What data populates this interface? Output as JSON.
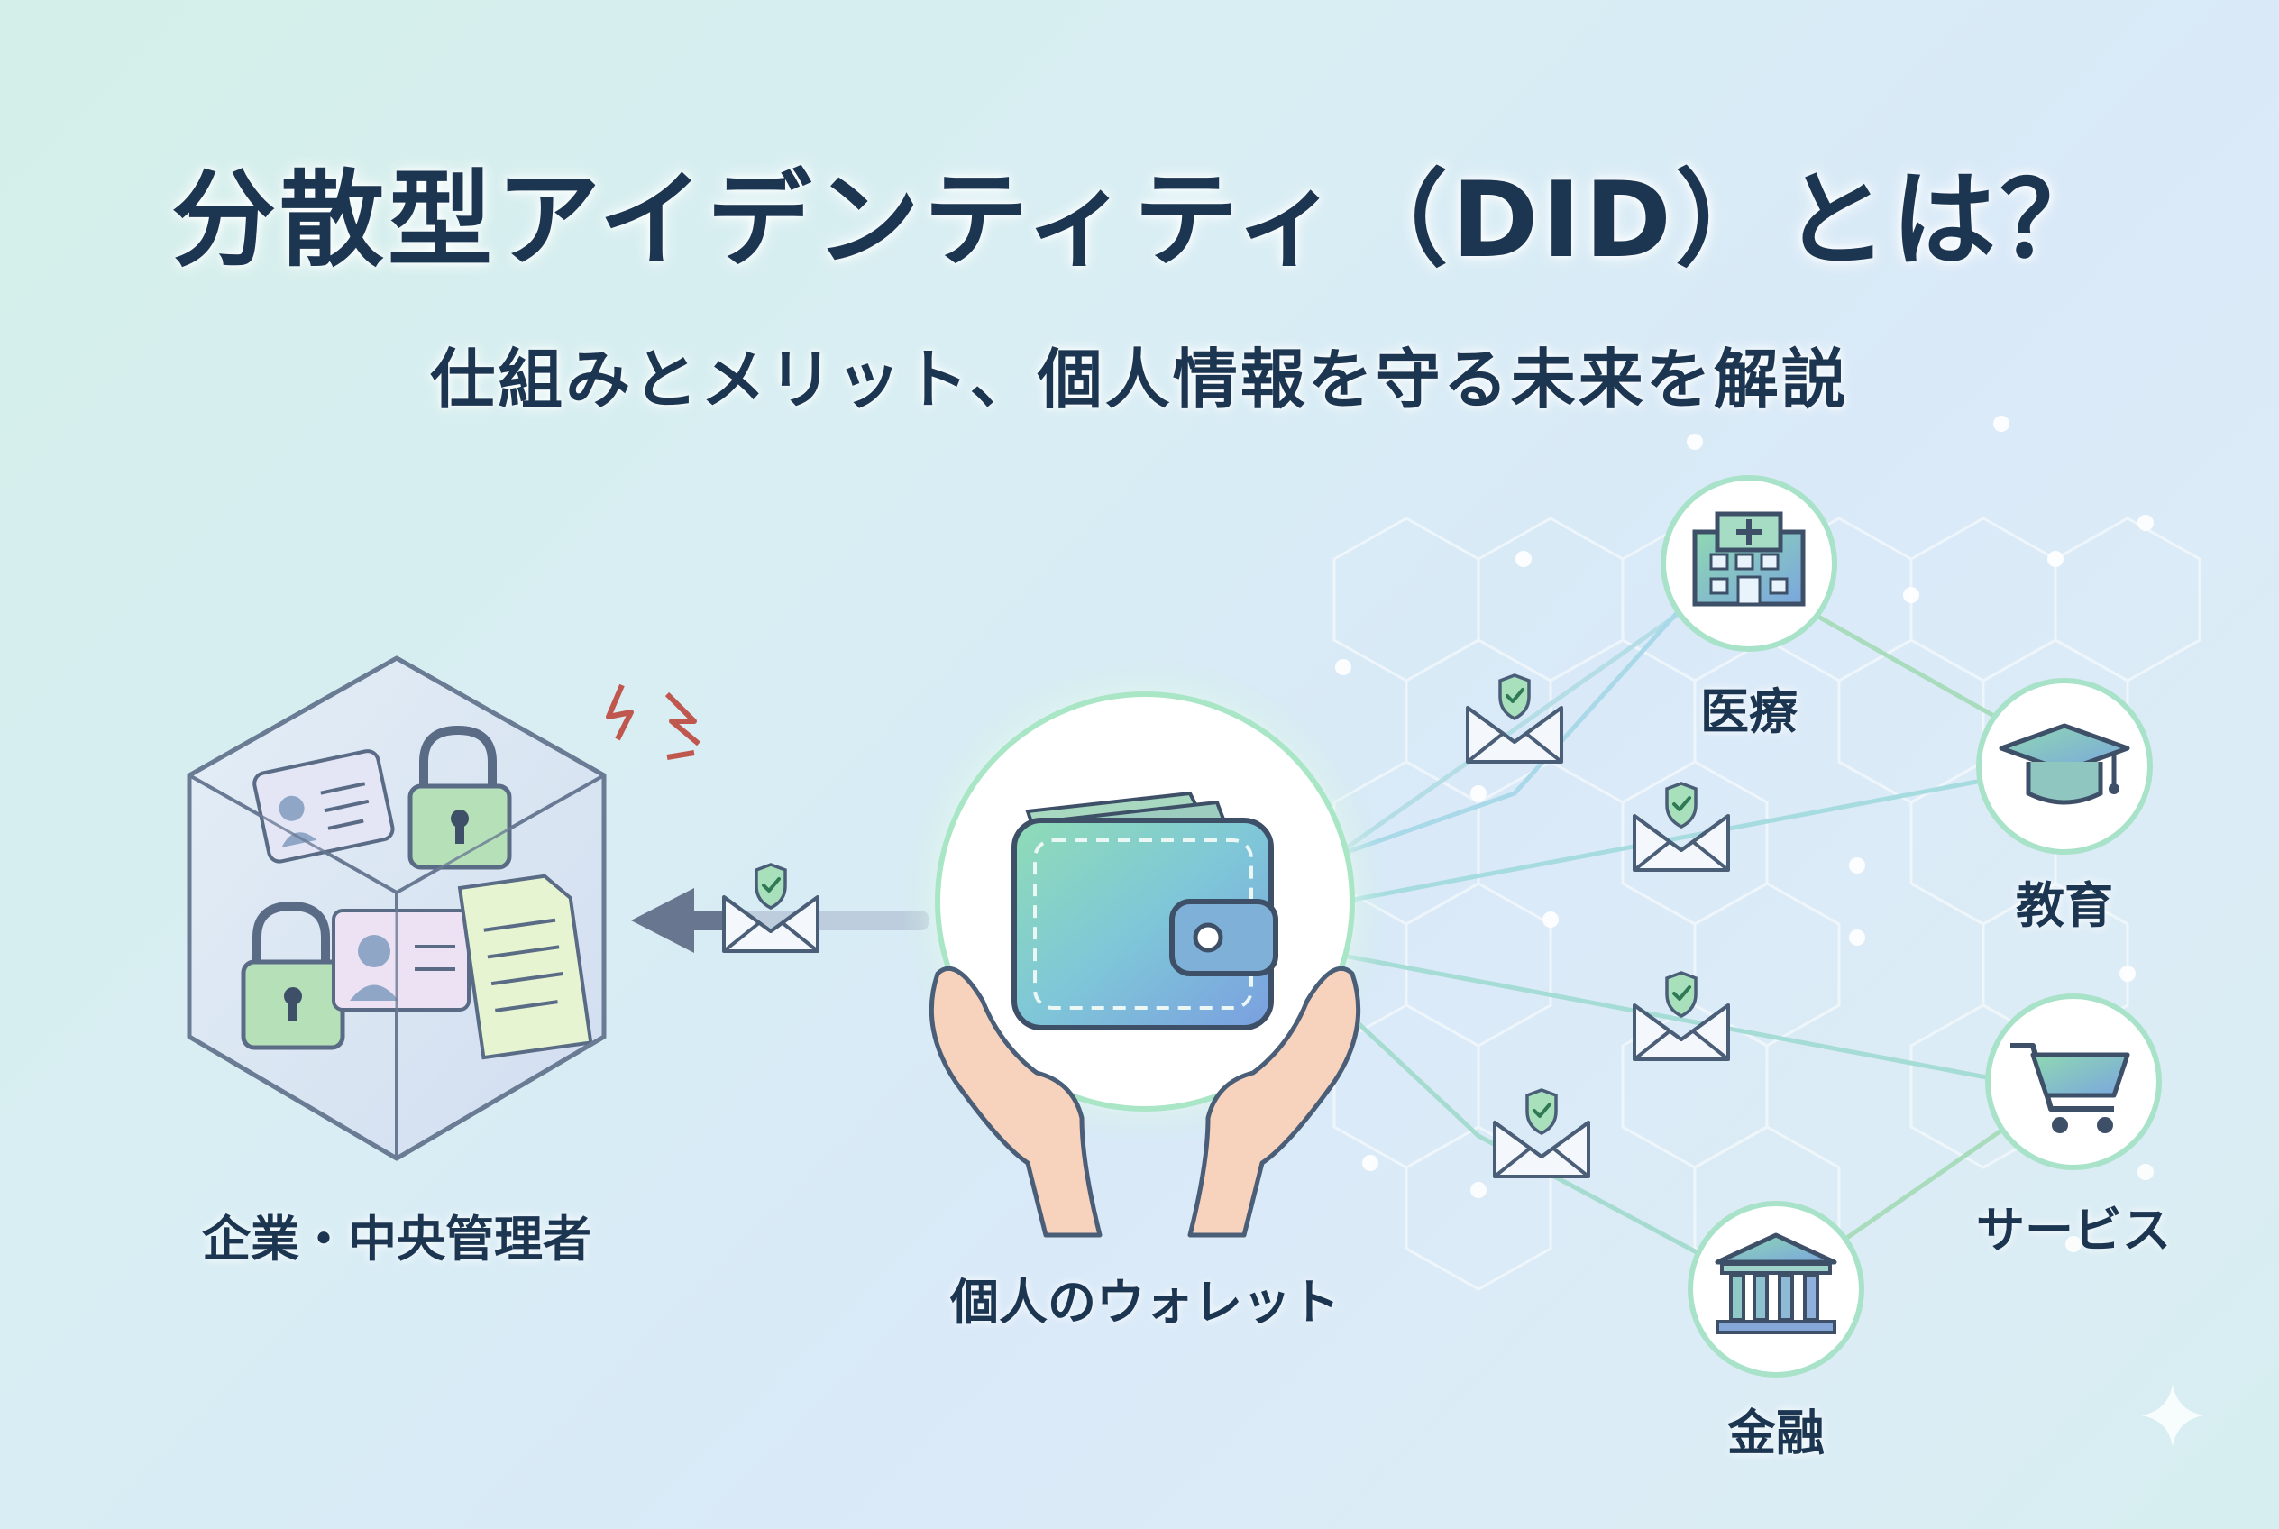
{
  "header": {
    "title": "分散型アイデンティティ（DID）とは？",
    "subtitle": "仕組みとメリット、個人情報を守る未来を解説"
  },
  "central_store": {
    "label": "企業・中央管理者",
    "icon": "cube-storage-icon"
  },
  "wallet": {
    "label": "個人のウォレット",
    "icon": "wallet-icon"
  },
  "services": [
    {
      "label": "医療",
      "icon": "hospital-icon"
    },
    {
      "label": "教育",
      "icon": "graduation-cap-icon"
    },
    {
      "label": "サービス",
      "icon": "shopping-cart-icon"
    },
    {
      "label": "金融",
      "icon": "bank-icon"
    }
  ],
  "colors": {
    "title": "#1c3550",
    "accent_green": "#8fd7a9",
    "accent_blue": "#8fbfe0",
    "wallet_gradient_start": "#7fd4b0",
    "wallet_gradient_end": "#7fa9e0",
    "alert_red": "#d9534f"
  }
}
